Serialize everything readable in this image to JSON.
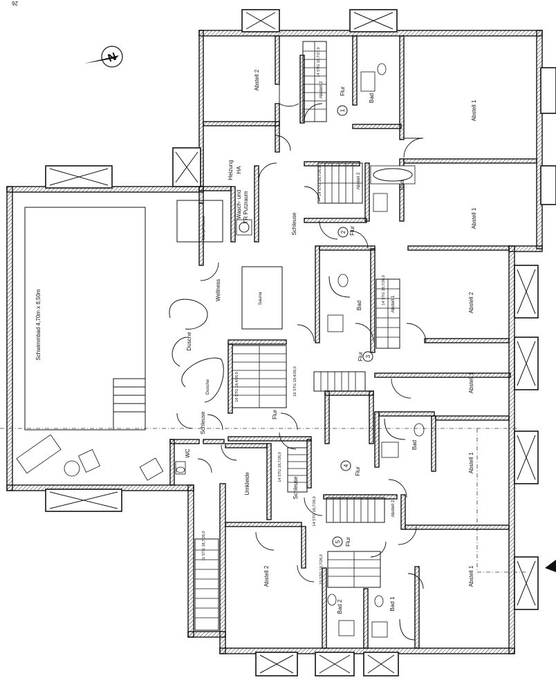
{
  "page_number": "26",
  "labels": {
    "pool": "Schwimmbad 4,70m x 8,50m",
    "wellness": "Wellness",
    "dusche1": "Dusche",
    "dusche2": "Dusche",
    "sauna": "Sauna",
    "dampf_sauna": "Dampf-Sauna",
    "wasch": "Wasch- und",
    "putzraum": "TR Putzraum",
    "heizung": "Heizung",
    "ha": "HA",
    "schleuse_top": "Schleuse",
    "schleuse_left": "Schleuse",
    "schleuse_mid": "Schleuse",
    "wc": "WC",
    "umkleide": "Umkleide",
    "flur_center": "Flur",
    "flur1": "Flur",
    "flur2": "Flur",
    "flur3": "Flur",
    "flur4": "Flur",
    "flur5": "Flur",
    "bad1": "Bad",
    "bad2": "Bad",
    "bad3": "Bad",
    "bad4": "Bad",
    "bad_2_bottom": "Bad 2",
    "bad_1_bottom": "Bad 1",
    "abstell2_top": "Abstell 2",
    "abstell1_r1": "Abstell 1",
    "abstell1_r2": "Abstell 1",
    "abstell2_r3": "Abstell 2",
    "abstell1_r4": "Abstell 1",
    "abstell1_r5": "Abstell 1",
    "abstell1_r6": "Abstell 1",
    "abstell2_bottom": "Abstell 2",
    "abstell2_small1": "Abstell 2",
    "abstell2_small2": "Abstell 2",
    "abstell2_small4": "Abstell 2",
    "abstell1_small1": "Abstell 1"
  },
  "unit_numbers": [
    "1",
    "2",
    "3",
    "4",
    "5"
  ],
  "stairs": {
    "s1": "14 STG 18,7/27,0",
    "s2": "14 STG 18,7/26,0",
    "s3": "14 STG 18,7/26,0",
    "s4": "16 STG 18,4/26,0",
    "s5": "16 STG 18,4/26,0",
    "s6": "14 STG 18,7/26,0",
    "s7": "14 STG 18,7/26,0",
    "s8": "15 STG 18,7/26,0",
    "s9": "11 STG 18,7/26,0"
  },
  "icons": [
    "north-arrow-icon",
    "window-icon",
    "door-swing-icon",
    "stair-icon",
    "bathtub-icon",
    "toilet-icon",
    "sink-icon",
    "sun-lounger-icon"
  ]
}
